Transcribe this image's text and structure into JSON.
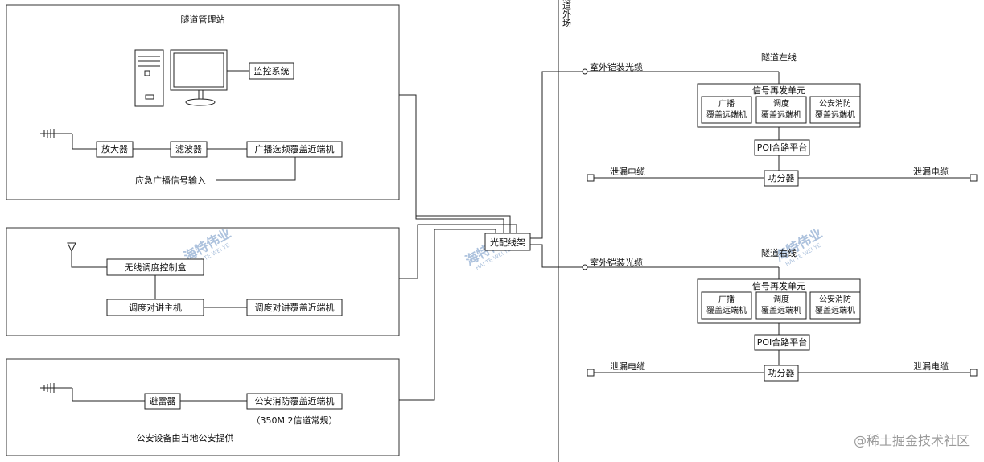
{
  "regions": {
    "management_station": "隧道管理站",
    "police_note": "公安设备由当地公安提供",
    "outside_tunnel": "隧道外场"
  },
  "management": {
    "monitor_system": "监控系统",
    "amplifier": "放大器",
    "filter": "滤波器",
    "broadcast_fm_near_end": "广播选频覆盖近端机",
    "emergency_input": "应急广播信号输入"
  },
  "dispatch": {
    "wireless_control_box": "无线调度控制盒",
    "intercom_host": "调度对讲主机",
    "intercom_near_end": "调度对讲覆盖近端机"
  },
  "police": {
    "lightning_arrester": "避雷器",
    "fire_near_end": "公安消防覆盖近端机",
    "fire_note": "（350M 2信道常规）"
  },
  "odf": "光配线架",
  "tunnels": [
    {
      "title": "隧道左线",
      "fiber": "室外铠装光缆",
      "repeater_unit": "信号再发单元",
      "remote_broadcast": [
        "广播",
        "覆盖远端机"
      ],
      "remote_dispatch": [
        "调度",
        "覆盖远端机"
      ],
      "remote_fire": [
        "公安消防",
        "覆盖远端机"
      ],
      "poi": "POI合路平台",
      "splitter": "功分器",
      "cable_left": "泄漏电缆",
      "cable_right": "泄漏电缆"
    },
    {
      "title": "隧道右线",
      "fiber": "室外铠装光缆",
      "repeater_unit": "信号再发单元",
      "remote_broadcast": [
        "广播",
        "覆盖远端机"
      ],
      "remote_dispatch": [
        "调度",
        "覆盖远端机"
      ],
      "remote_fire": [
        "公安消防",
        "覆盖远端机"
      ],
      "poi": "POI合路平台",
      "splitter": "功分器",
      "cable_left": "泄漏电缆",
      "cable_right": "泄漏电缆"
    }
  ],
  "watermark": {
    "main": "海特伟业",
    "sub": "HAI TE WEI YE"
  },
  "credit": "@稀土掘金技术社区"
}
